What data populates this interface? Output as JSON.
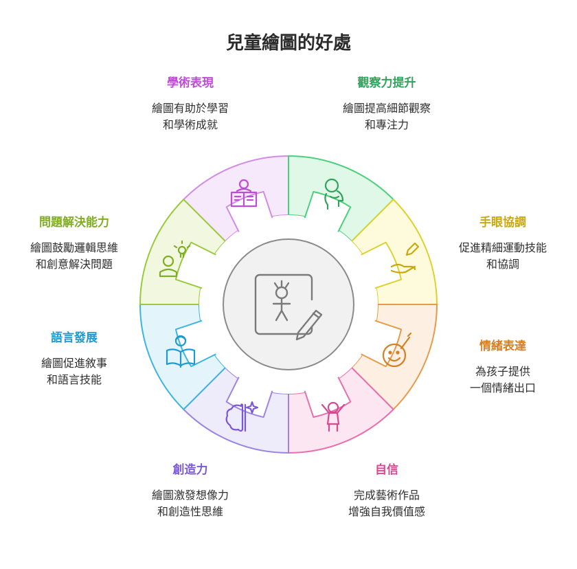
{
  "title": "兒童繪圖的好處",
  "center_icon": "child-drawing-icon",
  "benefits": [
    {
      "title": "學術表現",
      "line1": "繪圖有助於學習",
      "line2": "和學術成就",
      "color": "#c04bd8",
      "fill": "#f7e9fc",
      "stroke": "#d38ae6",
      "icon": "student-reading-book-icon"
    },
    {
      "title": "觀察力提升",
      "line1": "繪圖提高細節觀察",
      "line2": "和專注力",
      "color": "#2fa35c",
      "fill": "#e0f8e8",
      "stroke": "#4ccf7a",
      "icon": "person-thinking-icon"
    },
    {
      "title": "手眼協調",
      "line1": "促進精細運動技能",
      "line2": "和協調",
      "color": "#c9a80e",
      "fill": "#fdfbdc",
      "stroke": "#ddd12e",
      "icon": "hand-holding-pencil-icon"
    },
    {
      "title": "情緒表達",
      "line1": "為孩子提供",
      "line2": "一個情緒出口",
      "color": "#d67f22",
      "fill": "#fdf0e2",
      "stroke": "#e79a4a",
      "icon": "face-painting-icon"
    },
    {
      "title": "自信",
      "line1": "完成藝術作品",
      "line2": "增強自我價值感",
      "color": "#d84890",
      "fill": "#fce6f1",
      "stroke": "#e86fac",
      "icon": "happy-child-arms-up-icon"
    },
    {
      "title": "創造力",
      "line1": "繪圖激發想像力",
      "line2": "和創造性思維",
      "color": "#7a58d8",
      "fill": "#eeebfb",
      "stroke": "#9a84e6",
      "icon": "brain-sparkle-icon"
    },
    {
      "title": "語言發展",
      "line1": "繪圖促進敘事",
      "line2": "和語言技能",
      "color": "#1d9bd0",
      "fill": "#e4f4fb",
      "stroke": "#3db3e4",
      "icon": "child-reading-icon"
    },
    {
      "title": "問題解決能力",
      "line1": "繪圖鼓勵邏輯思維",
      "line2": "和創意解決問題",
      "color": "#7fae22",
      "fill": "#f1f8df",
      "stroke": "#9bc93c",
      "icon": "person-lightbulb-idea-icon"
    }
  ]
}
